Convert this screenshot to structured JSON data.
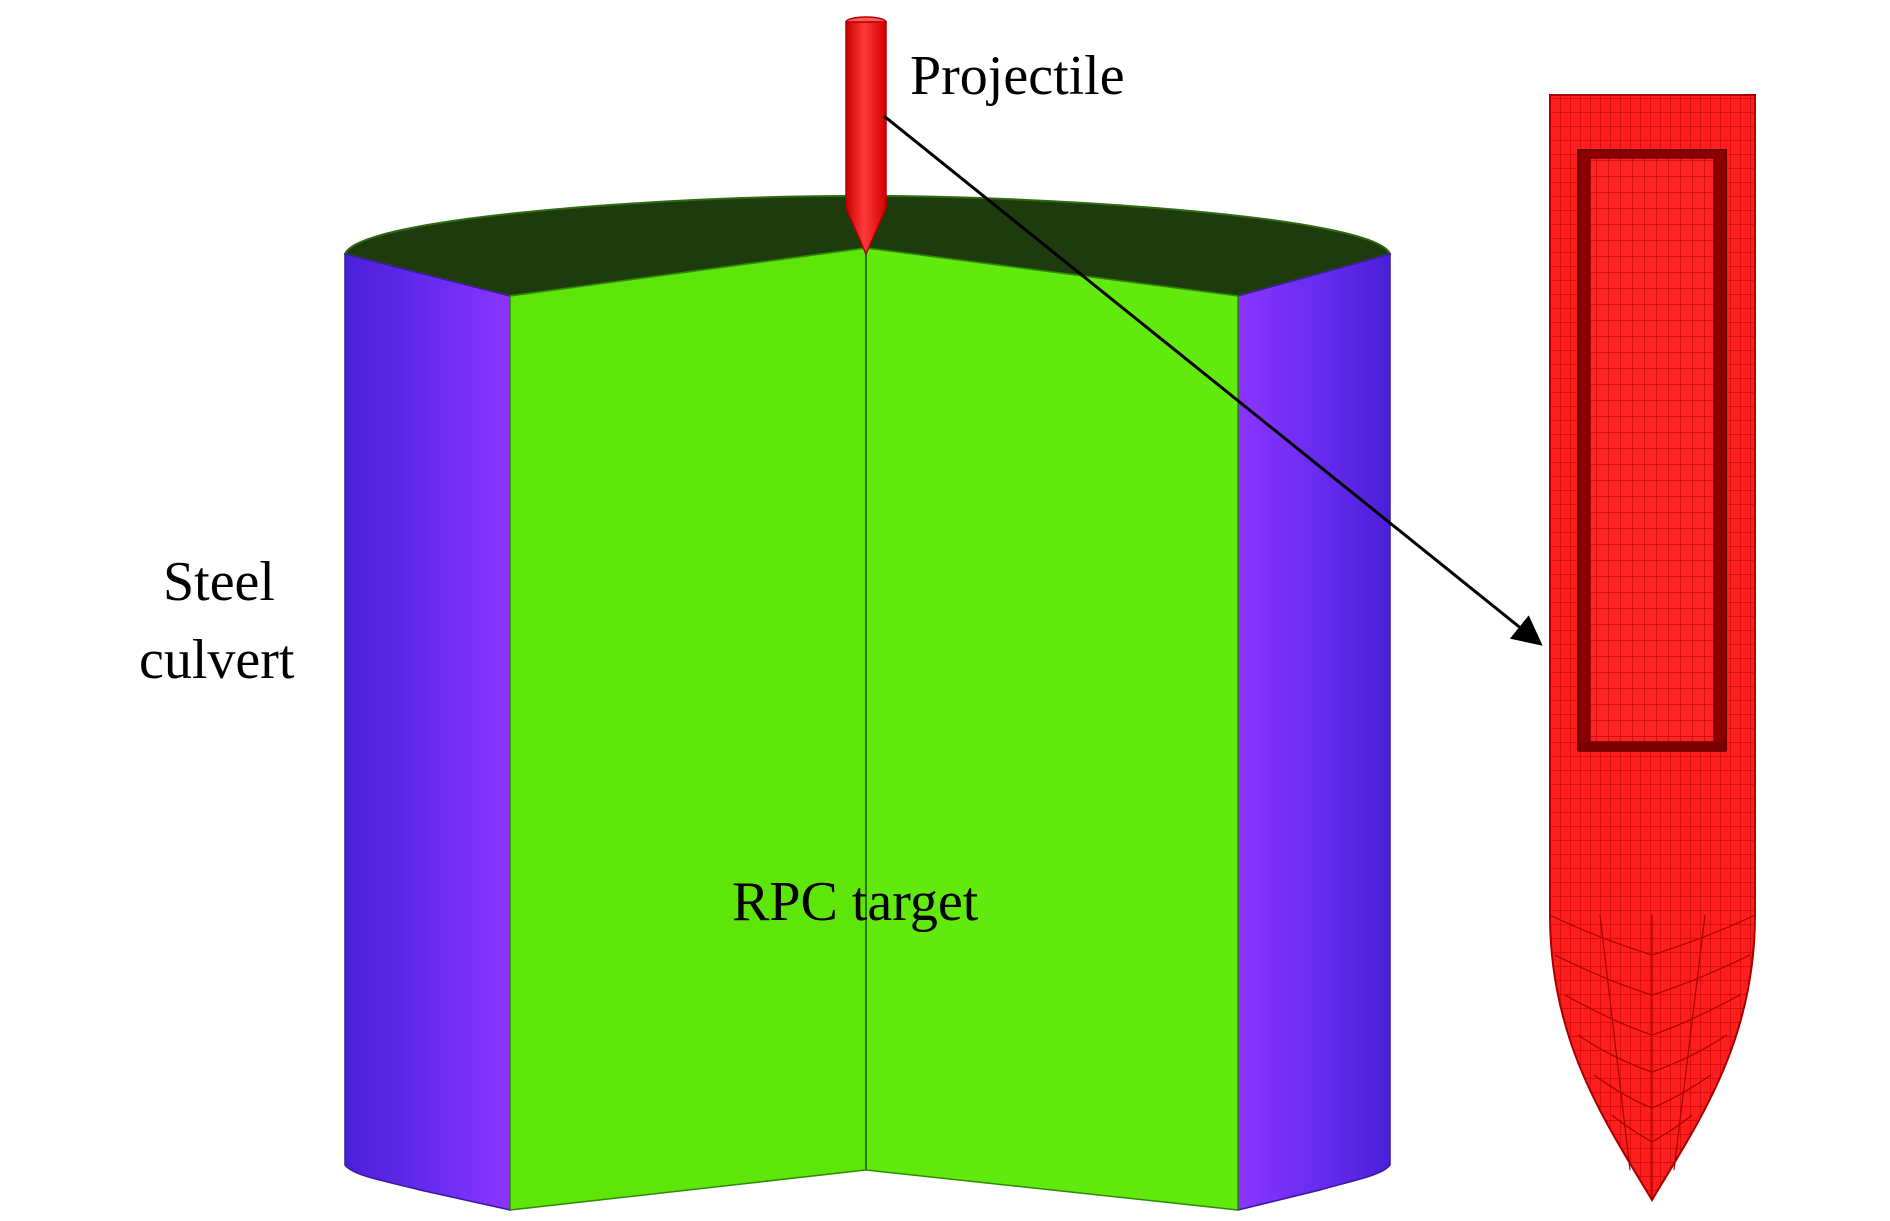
{
  "labels": {
    "projectile": "Projectile",
    "steel_culvert_line1": "Steel",
    "steel_culvert_line2": "culvert",
    "rpc_target": "RPC target"
  },
  "colors": {
    "culvert": "#7a2cf0",
    "rpc_face": "#5ee60a",
    "rpc_top": "#1d3b0c",
    "projectile": "#ff1e1e",
    "arrow": "#000000"
  }
}
